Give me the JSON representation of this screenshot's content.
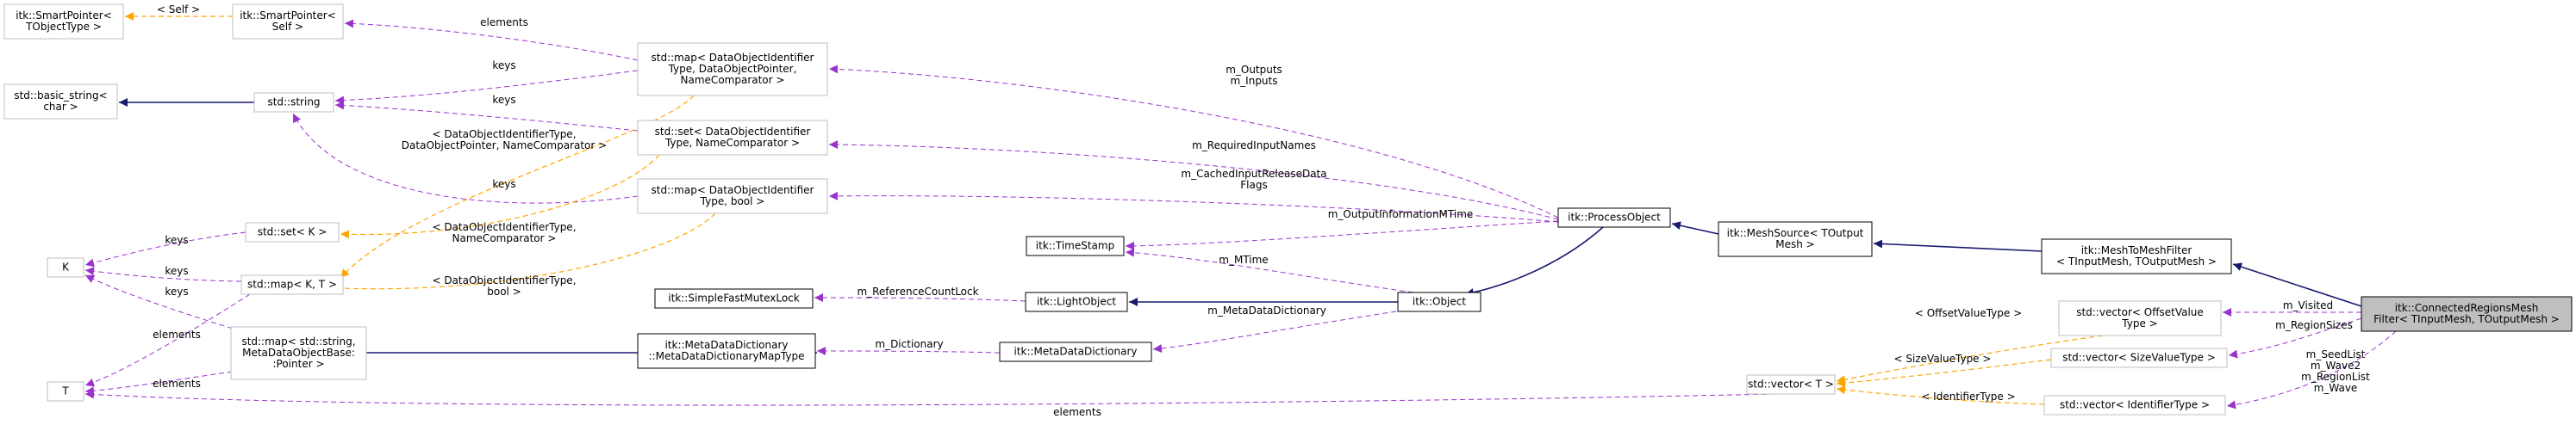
{
  "colors": {
    "inheritance": "#191970",
    "usage": "#9a32cd",
    "template": "#ffa500",
    "focus_fill": "#bfbfbf"
  },
  "nodes": {
    "sp_tobjecttype": [
      "itk::SmartPointer<",
      "TObjectType >"
    ],
    "sp_self": [
      "itk::SmartPointer<",
      "Self >"
    ],
    "basic_string": [
      "std::basic_string<",
      "char >"
    ],
    "string": [
      "std::string"
    ],
    "map_outputs": [
      "std::map< DataObjectIdentifier",
      "Type, DataObjectPointer,",
      "NameComparator >"
    ],
    "set_required": [
      "std::set< DataObjectIdentifier",
      "Type, NameComparator >"
    ],
    "map_bool": [
      "std::map< DataObjectIdentifier",
      "Type, bool >"
    ],
    "set_k": [
      "std::set< K >"
    ],
    "k": [
      "K"
    ],
    "map_kt": [
      "std::map< K, T >"
    ],
    "map_string_meta": [
      "std::map< std::string,",
      "MetaDataObjectBase:",
      ":Pointer >"
    ],
    "t": [
      "T"
    ],
    "timestamp": [
      "itk::TimeStamp"
    ],
    "mutexlock": [
      "itk::SimpleFastMutexLock"
    ],
    "lightobject": [
      "itk::LightObject"
    ],
    "mddict_maptype": [
      "itk::MetaDataDictionary",
      "::MetaDataDictionaryMapType"
    ],
    "mddict": [
      "itk::MetaDataDictionary"
    ],
    "object": [
      "itk::Object"
    ],
    "processobject": [
      "itk::ProcessObject"
    ],
    "meshsource": [
      "itk::MeshSource< TOutput",
      "Mesh >"
    ],
    "mesh_to_mesh": [
      "itk::MeshToMeshFilter",
      "< TInputMesh, TOutputMesh >"
    ],
    "connected": [
      "itk::ConnectedRegionsMesh",
      "Filter< TInputMesh, TOutputMesh >"
    ],
    "vec_offset": [
      "std::vector< OffsetValue",
      "Type >"
    ],
    "vec_size": [
      "std::vector< SizeValueType >"
    ],
    "vec_t": [
      "std::vector< T >"
    ],
    "vec_ident": [
      "std::vector< IdentifierType >"
    ]
  },
  "edge_labels": {
    "self": [
      "< Self >"
    ],
    "elements_sp": [
      "elements"
    ],
    "keys_outputs": [
      "keys"
    ],
    "keys_required": [
      "keys"
    ],
    "keys_mapbool": [
      "keys"
    ],
    "outputs": [
      "m_Outputs",
      "m_Inputs"
    ],
    "required": [
      "m_RequiredInputNames"
    ],
    "cached": [
      "m_CachedInputReleaseData",
      "Flags"
    ],
    "tmpl_outputs": [
      "< DataObjectIdentifierType,",
      "DataObjectPointer, NameComparator >"
    ],
    "tmpl_required": [
      "< DataObjectIdentifierType,",
      "NameComparator >"
    ],
    "tmpl_bool": [
      "< DataObjectIdentifierType,",
      "bool >"
    ],
    "keys_setk": [
      "keys"
    ],
    "keys_mapkt": [
      "keys"
    ],
    "keys_strmeta": [
      "keys"
    ],
    "elements_mapkt": [
      "elements"
    ],
    "elements_strmeta": [
      "elements"
    ],
    "elements_bottom": [
      "elements"
    ],
    "output_info": [
      "m_OutputInformationMTime"
    ],
    "mtime": [
      "m_MTime"
    ],
    "refcount": [
      "m_ReferenceCountLock"
    ],
    "mddict_var": [
      "m_MetaDataDictionary"
    ],
    "dictionary": [
      "m_Dictionary"
    ],
    "visited": [
      "m_Visited"
    ],
    "region_sizes": [
      "m_RegionSizes"
    ],
    "seedlist": [
      "m_SeedList",
      "m_Wave2",
      "m_RegionList",
      "m_Wave"
    ],
    "tmpl_offset": [
      "< OffsetValueType >"
    ],
    "tmpl_size": [
      "< SizeValueType >"
    ],
    "tmpl_ident": [
      "< IdentifierType >"
    ]
  }
}
